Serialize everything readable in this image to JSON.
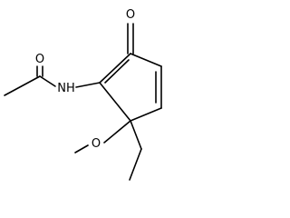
{
  "structure": {
    "atoms": {
      "oxygen_ketone": "O",
      "oxygen_amide": "O",
      "nitrogen_amide": "NH",
      "oxygen_methoxy": "O"
    }
  }
}
